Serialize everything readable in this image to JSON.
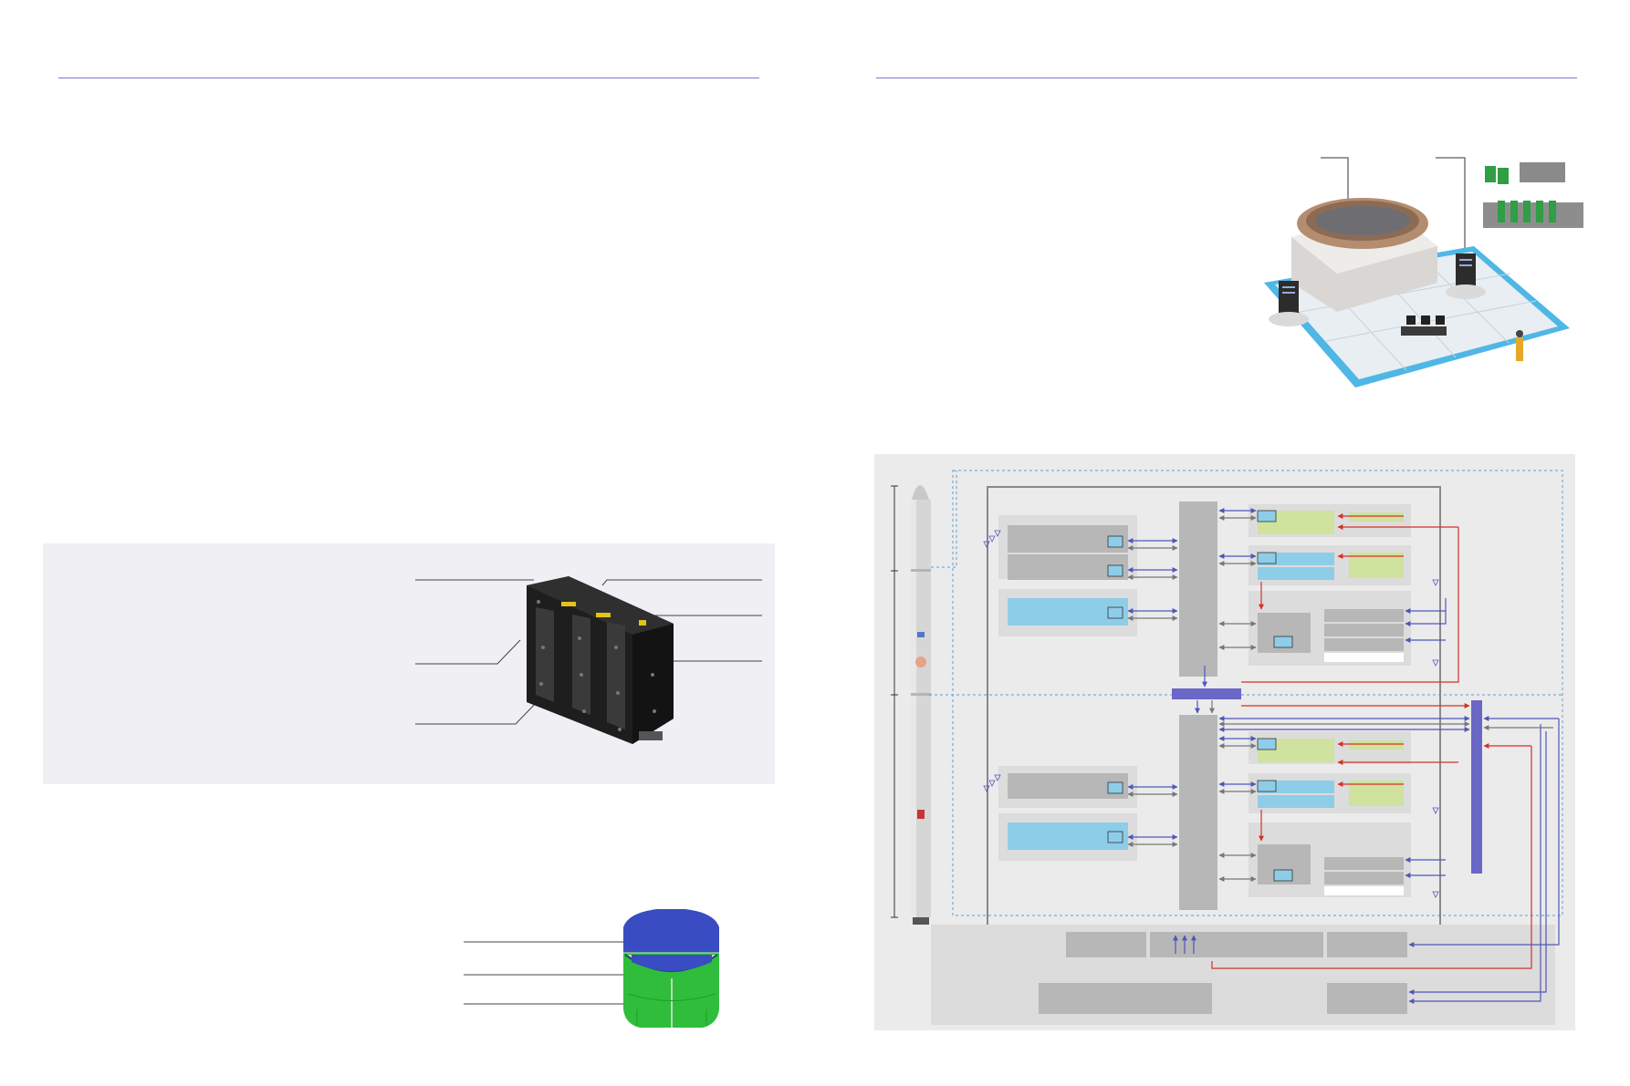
{
  "colors": {
    "rule": "#7b77c9",
    "panel": "#efeff4",
    "diagram_bg": "#ebebeb",
    "block_gray": "#b7b7b7",
    "block_light": "#dcdcdc",
    "block_blue": "#8ecde8",
    "block_green": "#cfe29e",
    "bus_purple": "#6b67c6",
    "arrow_blue": "#4f56b8",
    "arrow_red": "#d4302a",
    "arrow_gray": "#777777",
    "dashed_blue": "#5a9fd6",
    "tank_blue": "#3a4cc2",
    "tank_green": "#2fbd3b"
  },
  "icons": {
    "equipment_rack": "rack-cabinet-icon",
    "test_facility": "test-facility-illustration",
    "rocket": "launch-vehicle-illustration",
    "battery_pack": "battery-pack-illustration",
    "propellant_tank": "propellant-tank-illustration"
  }
}
